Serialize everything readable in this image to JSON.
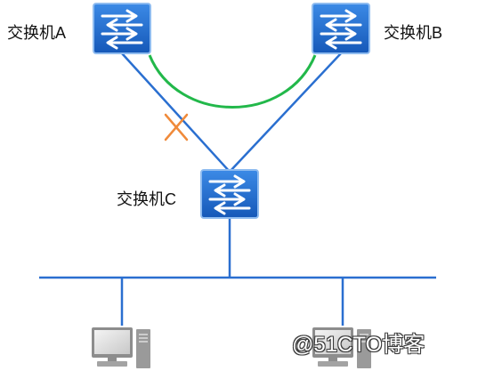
{
  "switches": {
    "a": {
      "label": "交换机A"
    },
    "b": {
      "label": "交换机B"
    },
    "c": {
      "label": "交换机C"
    }
  },
  "watermark": {
    "text": "@51CTO博客"
  },
  "colors": {
    "switch_fill": "#1f6fcf",
    "switch_border": "#7fb2ee",
    "link": "#2a6fd0",
    "active_path": "#22b84a",
    "blocked_mark": "#f08a3a",
    "pc_body": "#9a9a9a"
  },
  "icons": {
    "switch": "switch-icon",
    "pc": "pc-icon",
    "blocked": "blocked-x-icon"
  }
}
